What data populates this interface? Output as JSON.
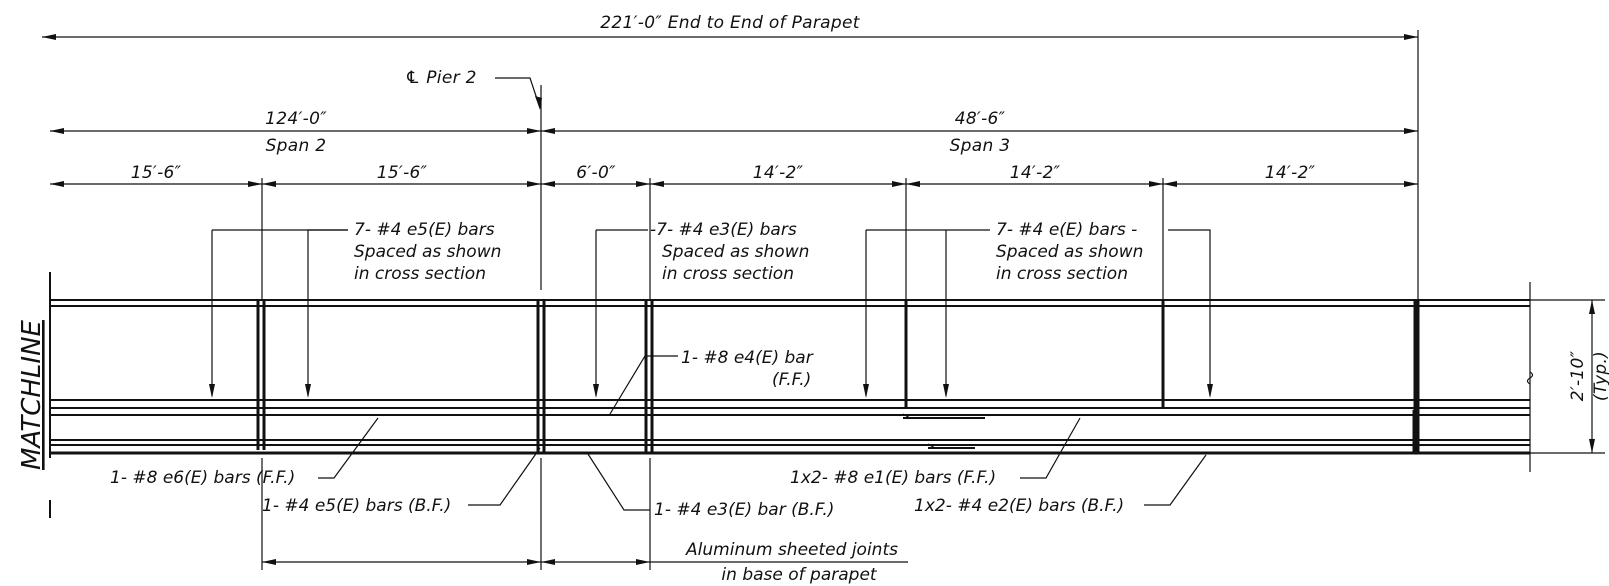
{
  "dimensions": {
    "overall": "221′-0″ End to End of Parapet",
    "pier_label": "℄ Pier 2",
    "span2_length": "124′-0″",
    "span2_label": "Span 2",
    "span3_length": "48′-6″",
    "span3_label": "Span 3",
    "seg1": "15′-6″",
    "seg2": "15′-6″",
    "seg3": "6′-0″",
    "seg4": "14′-2″",
    "seg5": "14′-2″",
    "seg6": "14′-2″",
    "height": "2′-10″",
    "height_note": "(Typ.)"
  },
  "notes": {
    "e5_line1": "7- #4 e5(E) bars",
    "e5_line2": "Spaced as shown",
    "e5_line3": "in cross section",
    "e3_line1": "-7- #4 e3(E) bars",
    "e3_line2": "Spaced as shown",
    "e3_line3": "in cross section",
    "e_line1": "7- #4 e(E) bars -",
    "e_line2": "Spaced as shown",
    "e_line3": "in cross section",
    "e4_line1": "1- #8 e4(E) bar",
    "e4_line2": "(F.F.)",
    "e6": "1- #8 e6(E) bars (F.F.)",
    "e5_bf": "1- #4 e5(E) bars (B.F.)",
    "e3_bf": "1- #4 e3(E) bar (B.F.)",
    "e1": "1x2- #8 e1(E) bars (F.F.)",
    "e2": "1x2- #4 e2(E) bars (B.F.)",
    "joints_line1": "Aluminum sheeted joints",
    "joints_line2": "in base of parapet"
  },
  "matchline": "MATCHLINE"
}
